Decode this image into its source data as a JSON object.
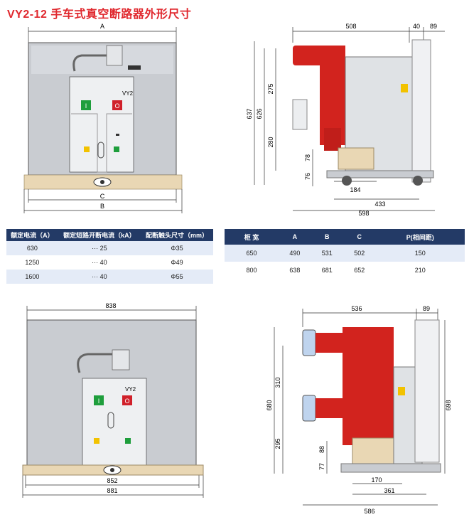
{
  "title": "VY2-12 手车式真空断路器外形尺寸",
  "top_front": {
    "dim_top": "A",
    "dim_c": "C",
    "dim_b": "B",
    "label_model": "VY2",
    "btn_on": "I",
    "btn_off": "O"
  },
  "top_side": {
    "dims": [
      "508",
      "40",
      "89",
      "637",
      "626",
      "275",
      "280",
      "78",
      "76",
      "184",
      "433",
      "598"
    ]
  },
  "table1": {
    "headers": [
      "额定电流（A）",
      "额定短路开断电流（kA）",
      "配断触头尺寸（mm）"
    ],
    "rows": [
      [
        "630",
        "··· 25",
        "Φ35"
      ],
      [
        "1250",
        "··· 40",
        "Φ49"
      ],
      [
        "1600",
        "··· 40",
        "Φ55"
      ]
    ]
  },
  "table2": {
    "headers": [
      "柜 宽",
      "A",
      "B",
      "C",
      "P(相间距)"
    ],
    "rows": [
      [
        "650",
        "490",
        "531",
        "502",
        "150"
      ],
      [
        "800",
        "638",
        "681",
        "652",
        "210"
      ]
    ]
  },
  "bottom_front": {
    "dim_top": "838",
    "dim_c": "852",
    "dim_b": "881",
    "label_model": "VY2",
    "btn_on": "I",
    "btn_off": "O"
  },
  "bottom_side": {
    "dims": [
      "536",
      "89",
      "680",
      "310",
      "295",
      "88",
      "77",
      "698",
      "170",
      "361",
      "586"
    ]
  },
  "colors": {
    "title": "#e0282e",
    "table_header": "#233a66",
    "table_stripe": "#e4ebf7",
    "insulator": "#d2231e",
    "base_rail": "#e9d7b4"
  }
}
